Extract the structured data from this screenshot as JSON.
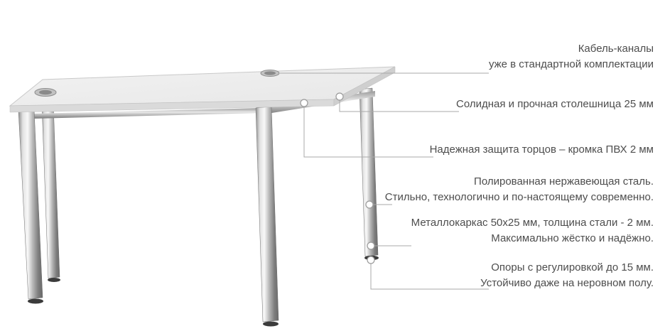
{
  "colors": {
    "background": "#ffffff",
    "text": "#4d4d4d",
    "callout_line": "#a9a9a9",
    "tabletop": "#eeeeee",
    "chrome_leg": "#b5b5b5",
    "foot": "#3b3b3b"
  },
  "callouts": [
    {
      "lines": [
        "Кабель-каналы",
        "уже в стандартной комплектации"
      ]
    },
    {
      "lines": [
        "Солидная и прочная столешница 25 мм"
      ]
    },
    {
      "lines": [
        "Надежная защита торцов – кромка ПВХ 2 мм"
      ]
    },
    {
      "lines": [
        "Полированная нержавеющая сталь.",
        "Стильно, технологично и по-настоящему современно."
      ]
    },
    {
      "lines": [
        "Металлокаркас 50х25 мм, толщина стали - 2 мм.",
        "Максимально жёстко и надёжно."
      ]
    },
    {
      "lines": [
        "Опоры с регулировкой до 15 мм.",
        "Устойчиво даже на неровном полу."
      ]
    }
  ]
}
